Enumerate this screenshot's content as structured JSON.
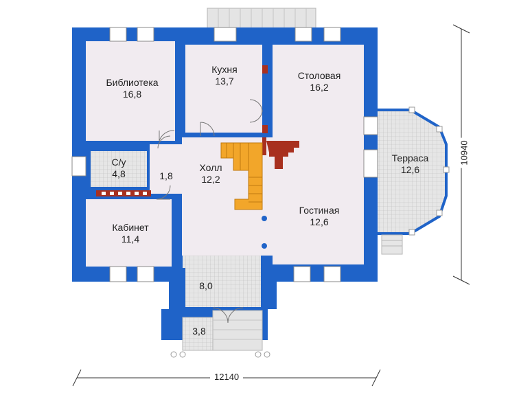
{
  "colors": {
    "wall": "#1f63c8",
    "room": "#f1ebf0",
    "tile": "#dcdcdc",
    "stair": "#f2a62a",
    "fireplace": "#a8301f",
    "window": "#ffffff",
    "dimension_line": "#333333"
  },
  "rooms": {
    "library": {
      "name": "Библиотека",
      "area": "16,8"
    },
    "kitchen": {
      "name": "Кухня",
      "area": "13,7"
    },
    "dining": {
      "name": "Столовая",
      "area": "16,2"
    },
    "bathroom": {
      "name": "С/у",
      "area": "4,8"
    },
    "corridor": {
      "area": "1,8"
    },
    "hall": {
      "name": "Холл",
      "area": "12,2"
    },
    "living": {
      "name": "Гостиная",
      "area": "12,6"
    },
    "office": {
      "name": "Кабинет",
      "area": "11,4"
    },
    "terrace": {
      "name": "Терраса",
      "area": "12,6"
    },
    "vestibule": {
      "area": "8,0"
    },
    "porch": {
      "area": "3,8"
    }
  },
  "dimensions": {
    "width": "12140",
    "depth": "10940"
  }
}
